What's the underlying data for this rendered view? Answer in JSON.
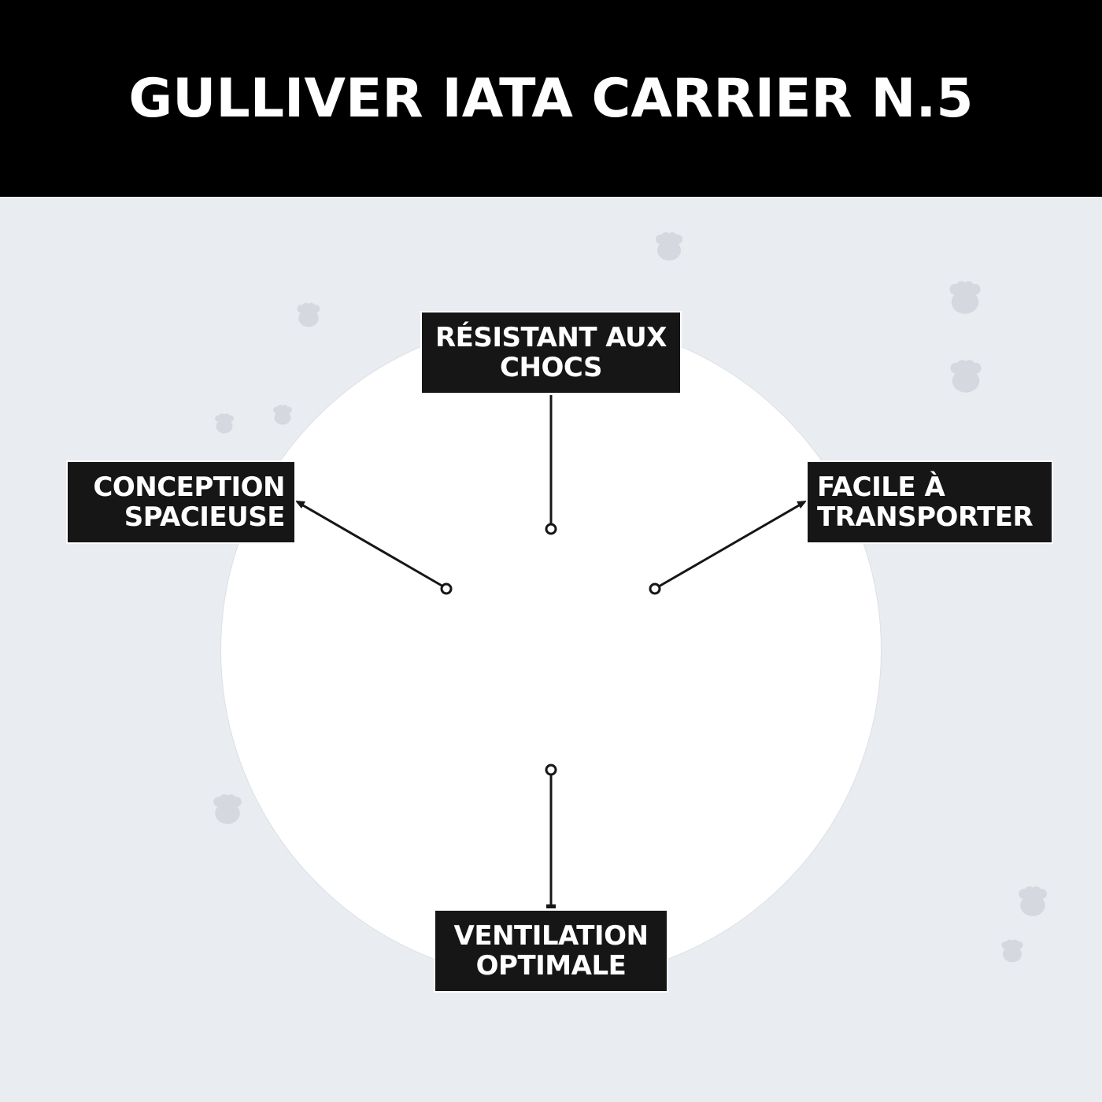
{
  "header": {
    "title": "GULLIVER IATA CARRIER N.5"
  },
  "features": {
    "top": [
      "RÉSISTANT AUX",
      "CHOCS"
    ],
    "left": [
      "CONCEPTION",
      "SPACIEUSE"
    ],
    "right": [
      "FACILE À",
      "TRANSPORTER"
    ],
    "bottom": [
      "VENTILATION",
      "OPTIMALE"
    ]
  },
  "colors": {
    "background": "#e9ecf1",
    "header": "#000000",
    "label": "#161616",
    "paw": "#d5d8de"
  }
}
